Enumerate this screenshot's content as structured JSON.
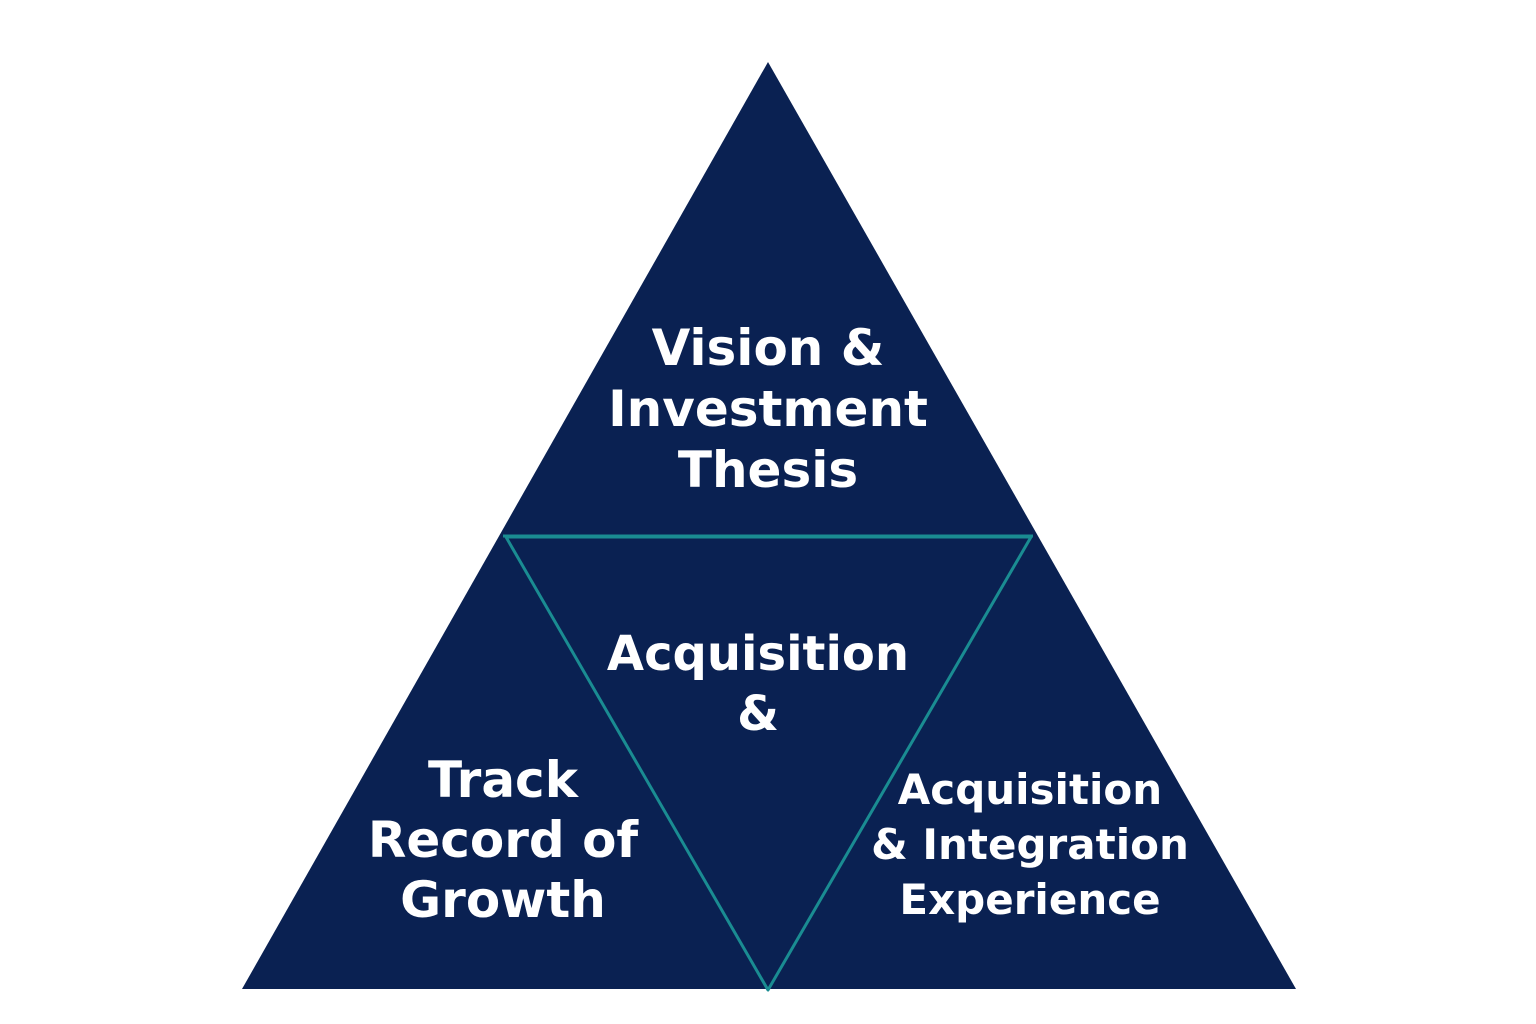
{
  "colors": {
    "background": "#ffffff",
    "pyramid_fill": "#0a2152",
    "divider_stroke": "#1a8c92",
    "label_text": "#ffffff"
  },
  "sections": {
    "top": {
      "lines": [
        "Vision &",
        "Investment",
        "Thesis"
      ]
    },
    "center": {
      "lines": [
        "Acquisition",
        "&"
      ]
    },
    "left": {
      "lines": [
        "Track",
        "Record of",
        "Growth"
      ]
    },
    "right": {
      "lines": [
        "Acquisition",
        "& Integration",
        "Experience"
      ]
    }
  }
}
